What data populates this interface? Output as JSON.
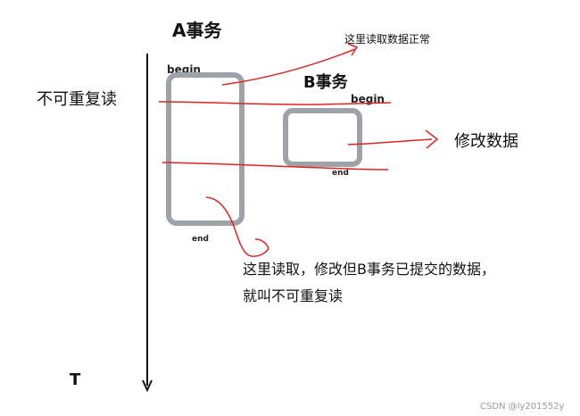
{
  "diagram": {
    "title_a": "A事务",
    "title_b": "B事务",
    "a_begin": "begin",
    "a_end": "end",
    "b_begin": "begin",
    "b_end": "end",
    "time_axis_label": "T",
    "left_label": "不可重复读",
    "annotation_top": "这里读取数据正常",
    "annotation_modify": "修改数据",
    "annotation_bottom_line1": "这里读取，修改但B事务已提交的数据，",
    "annotation_bottom_line2": "就叫不可重复读",
    "colors": {
      "box": "#9ea3aa",
      "red": "#e02424",
      "text": "#111111"
    }
  },
  "footer": {
    "watermark": "CSDN @ly201552y"
  }
}
